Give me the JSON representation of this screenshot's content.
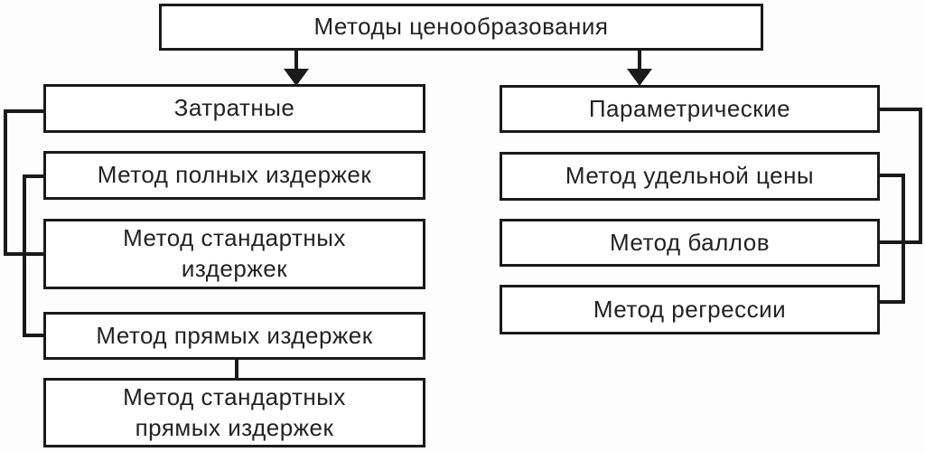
{
  "diagram": {
    "title": "Методы ценообразования",
    "branches": [
      {
        "label": "Затратные",
        "children": [
          "Метод полных издержек",
          "Метод стандартных\nиздержек",
          "Метод прямых издержек",
          "Метод стандартных\nпрямых издержек"
        ]
      },
      {
        "label": "Параметрические",
        "children": [
          "Метод удельной цены",
          "Метод баллов",
          "Метод регрессии"
        ]
      }
    ],
    "colors": {
      "line": "#1a1a1a",
      "text": "#222222",
      "box_background": "#ffffff",
      "page_background": "#fdfdfd"
    }
  }
}
